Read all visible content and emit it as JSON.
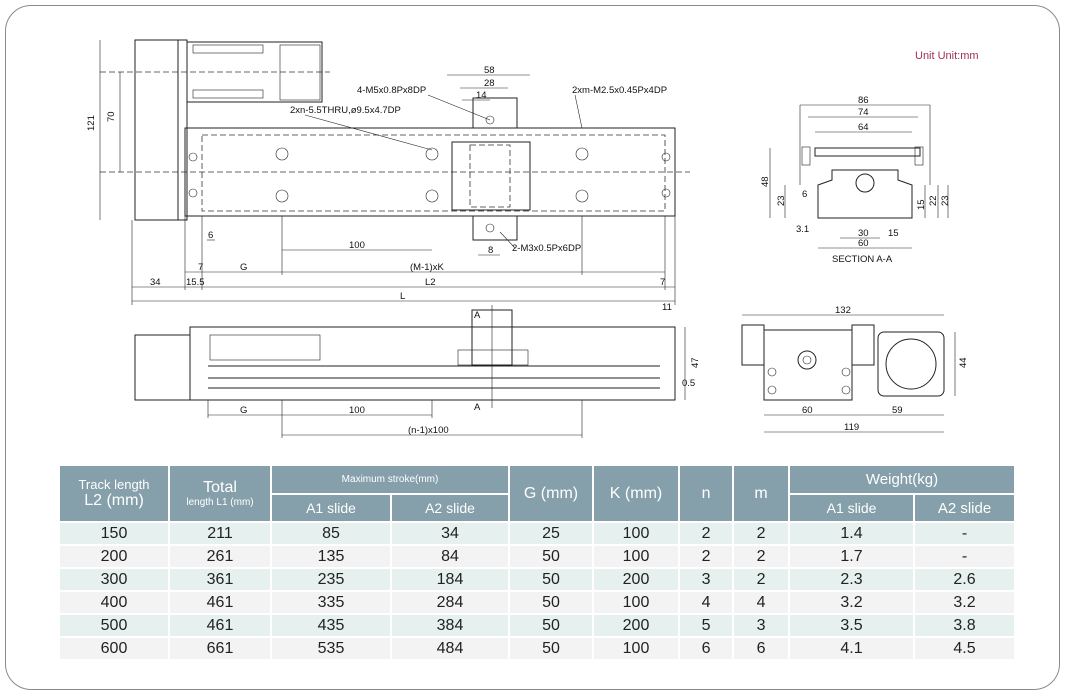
{
  "unit_label": "Unit Unit:mm",
  "colors": {
    "header": "#859fab",
    "row_odd": "#e6f0ef",
    "row_even": "#f3f3f3",
    "unit_text": "#a0305a"
  },
  "drawing": {
    "top_view": {
      "d121": "121",
      "d70": "70",
      "d58": "58",
      "d28": "28",
      "d14": "14",
      "hole1": "4-M5x0.8Px8DP",
      "hole2": "2xn-5.5THRU,ø9.5x4.7DP",
      "hole3": "2xm-M2.5x0.45Px4DP",
      "hole4": "2-M3x0.5Px6DP",
      "d6": "6",
      "d100": "100",
      "d8": "8",
      "d7a": "7",
      "g": "G",
      "mk": "(M-1)xK",
      "d34": "34",
      "d155": "15.5",
      "l2": "L2",
      "d7b": "7",
      "l": "L",
      "d11": "11"
    },
    "section": {
      "d86": "86",
      "d74": "74",
      "d64": "64",
      "d48": "48",
      "d6": "6",
      "d23a": "23",
      "d31": "3.1",
      "d15a": "15",
      "d22": "22",
      "d23b": "23",
      "d30": "30",
      "d15b": "15",
      "d60": "60",
      "title": "SECTION A-A"
    },
    "side_view": {
      "a_top": "A",
      "a_bot": "A",
      "d47": "47",
      "d05": "0.5",
      "g": "G",
      "d100": "100",
      "n100": "(n-1)x100"
    },
    "end_view": {
      "d132": "132",
      "d44": "44",
      "d60": "60",
      "d59": "59",
      "d119": "119"
    }
  },
  "table": {
    "headers": {
      "track": "Track length",
      "track2": "L2 (mm)",
      "total": "Total",
      "total2": "length L1 (mm)",
      "stroke": "Maximum stroke(mm)",
      "a1": "A1 slide",
      "a2": "A2 slide",
      "g": "G (mm)",
      "k": "K (mm)",
      "n": "n",
      "m": "m",
      "weight": "Weight(kg)",
      "wa1": "A1 slide",
      "wa2": "A2 slide"
    },
    "rows": [
      [
        "150",
        "211",
        "85",
        "34",
        "25",
        "100",
        "2",
        "2",
        "1.4",
        "-"
      ],
      [
        "200",
        "261",
        "135",
        "84",
        "50",
        "100",
        "2",
        "2",
        "1.7",
        "-"
      ],
      [
        "300",
        "361",
        "235",
        "184",
        "50",
        "200",
        "3",
        "2",
        "2.3",
        "2.6"
      ],
      [
        "400",
        "461",
        "335",
        "284",
        "50",
        "100",
        "4",
        "4",
        "3.2",
        "3.2"
      ],
      [
        "500",
        "461",
        "435",
        "384",
        "50",
        "200",
        "5",
        "3",
        "3.5",
        "3.8"
      ],
      [
        "600",
        "661",
        "535",
        "484",
        "50",
        "100",
        "6",
        "6",
        "4.1",
        "4.5"
      ]
    ]
  }
}
